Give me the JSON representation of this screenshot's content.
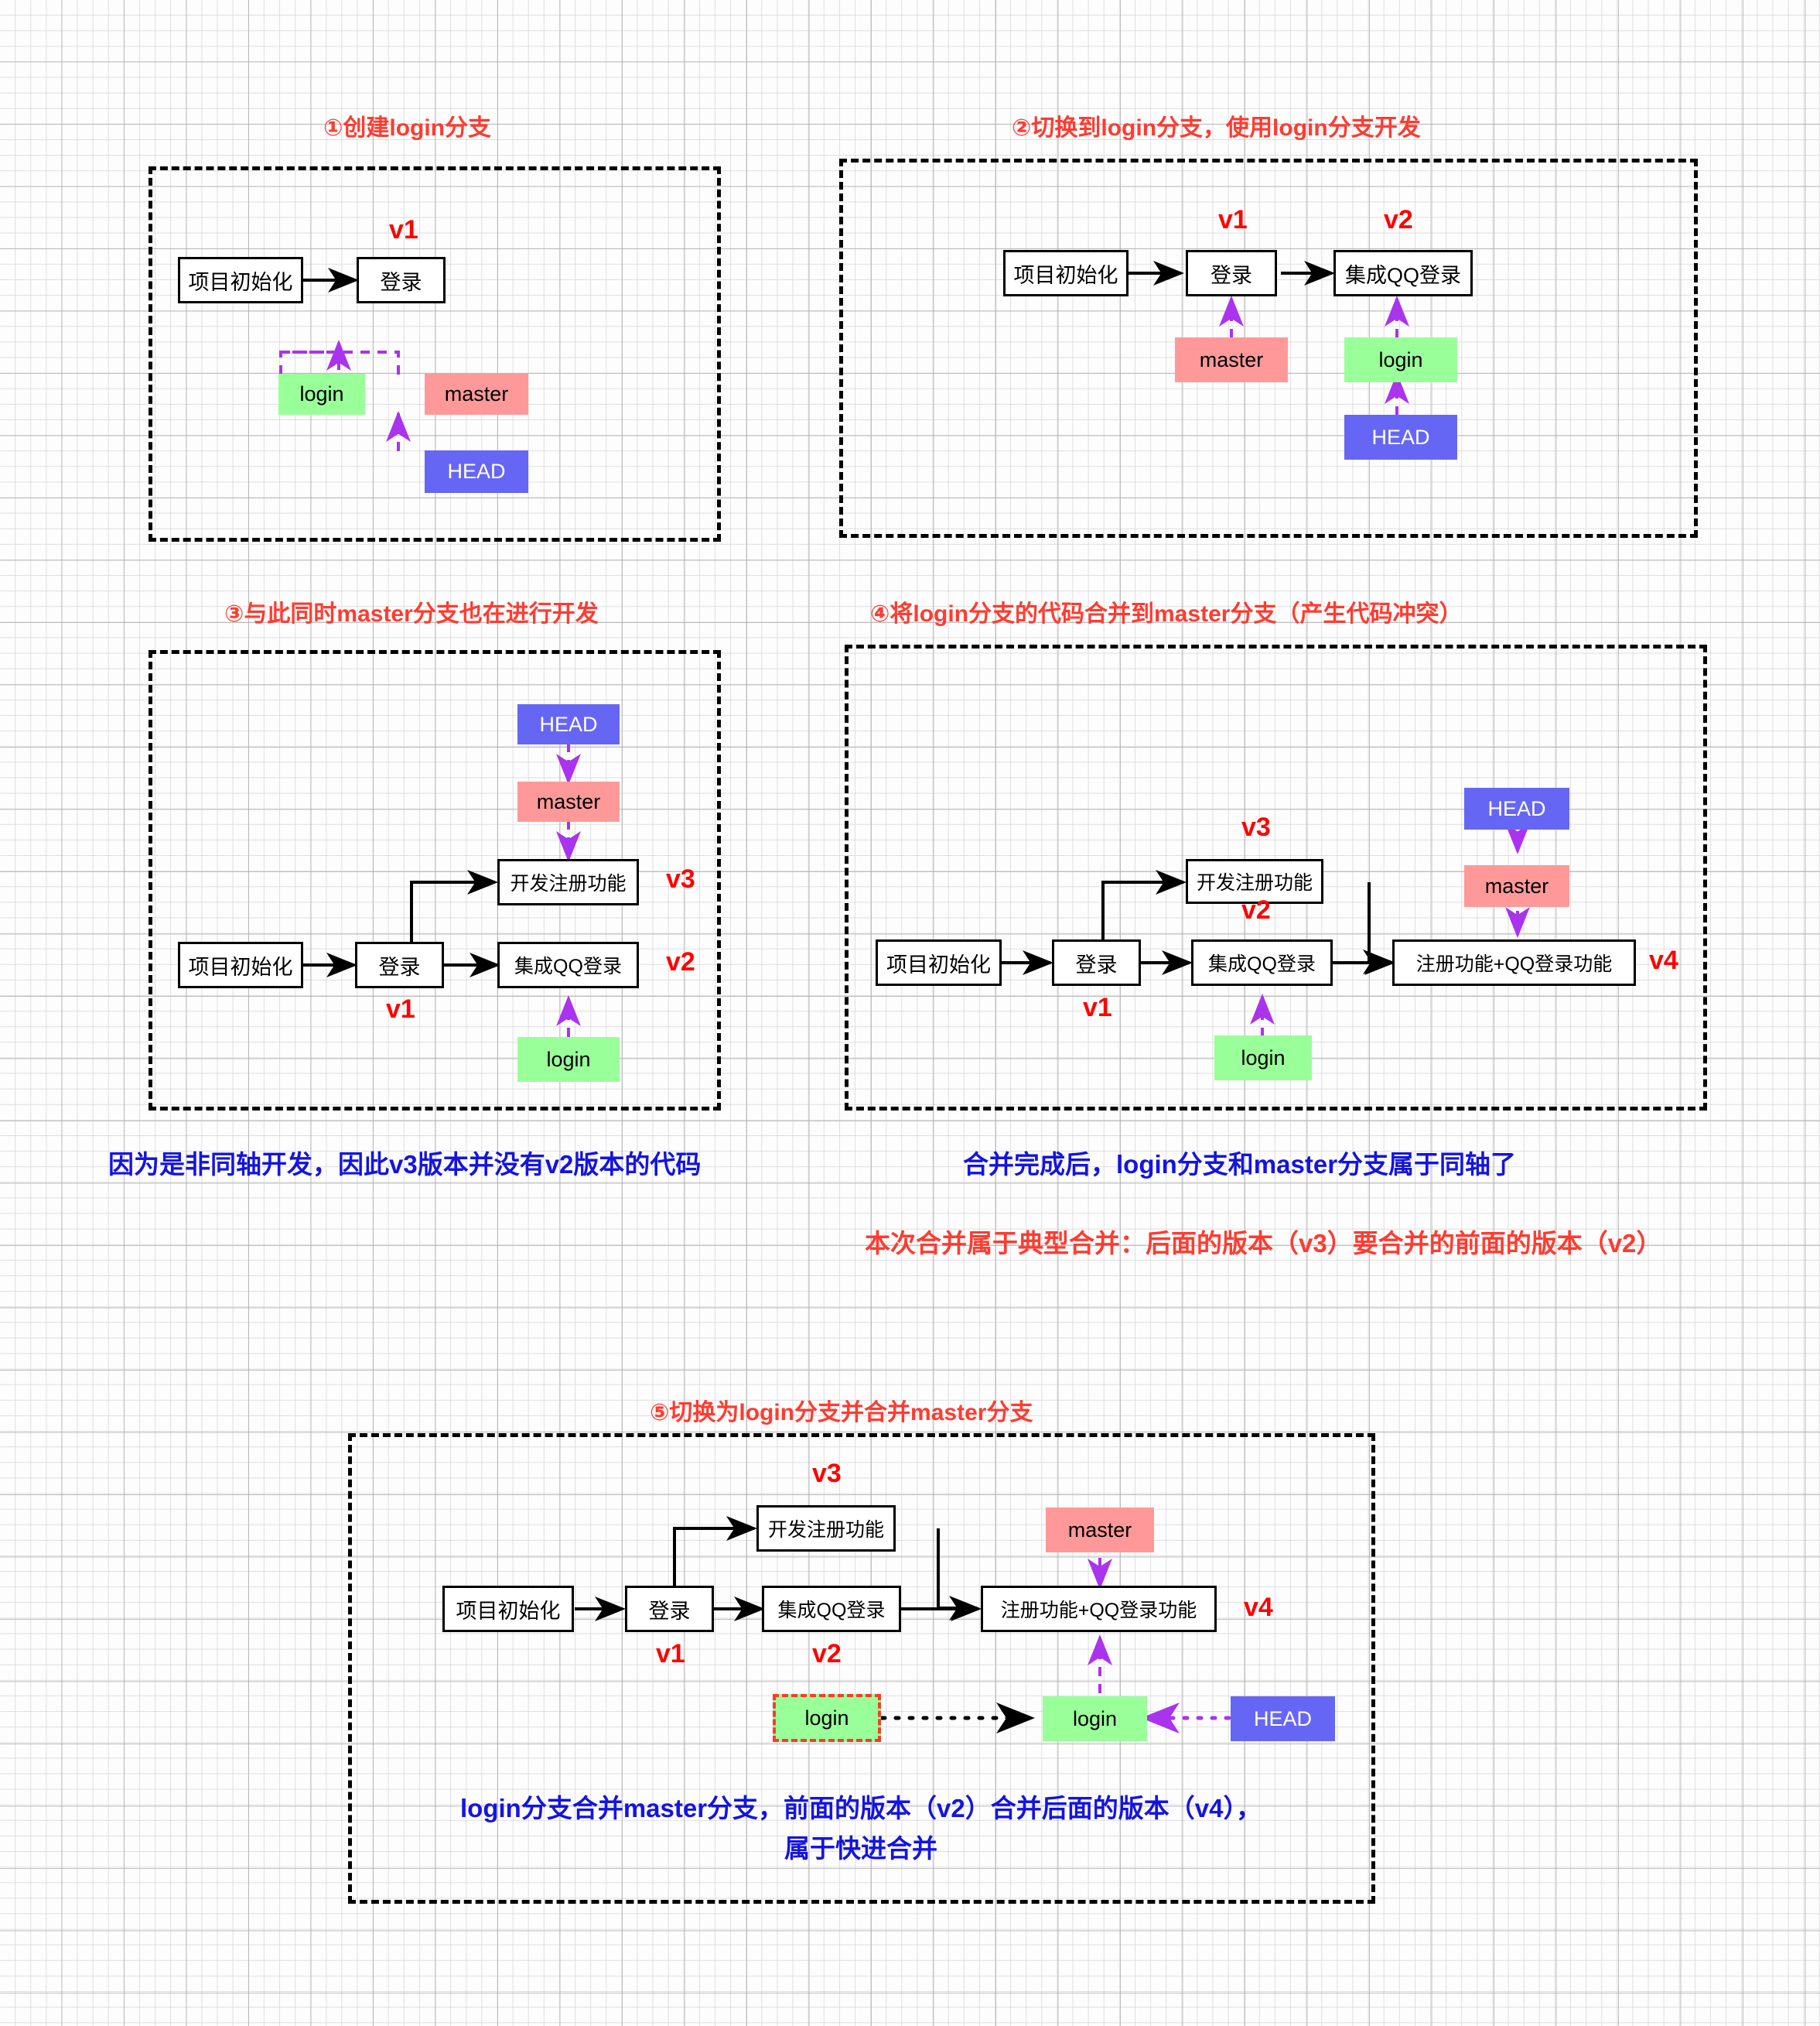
{
  "colors": {
    "title_red": "#ff3b30",
    "version_red": "#ff0000",
    "caption_blue": "#1414e0",
    "branch_green": "#99ff99",
    "branch_red": "#ff9999",
    "head_blue": "#6666f5",
    "pointer_purple": "#aa33ee",
    "node_border": "#000000"
  },
  "panels": [
    {
      "id": "panel-1",
      "title": "①创建login分支",
      "nodes": [
        {
          "name": "init",
          "label": "项目初始化"
        },
        {
          "name": "login-commit",
          "label": "登录"
        }
      ],
      "versions": [
        {
          "name": "v1",
          "label": "v1"
        }
      ],
      "tags": [
        {
          "name": "login",
          "label": "login",
          "color": "green"
        },
        {
          "name": "master",
          "label": "master",
          "color": "red"
        },
        {
          "name": "head",
          "label": "HEAD",
          "color": "blue"
        }
      ]
    },
    {
      "id": "panel-2",
      "title": "②切换到login分支，使用login分支开发",
      "nodes": [
        {
          "name": "init",
          "label": "项目初始化"
        },
        {
          "name": "login-commit",
          "label": "登录"
        },
        {
          "name": "qq-commit",
          "label": "集成QQ登录"
        }
      ],
      "versions": [
        {
          "name": "v1",
          "label": "v1"
        },
        {
          "name": "v2",
          "label": "v2"
        }
      ],
      "tags": [
        {
          "name": "master",
          "label": "master",
          "color": "red"
        },
        {
          "name": "login",
          "label": "login",
          "color": "green"
        },
        {
          "name": "head",
          "label": "HEAD",
          "color": "blue"
        }
      ]
    },
    {
      "id": "panel-3",
      "title": "③与此同时master分支也在进行开发",
      "nodes": [
        {
          "name": "init",
          "label": "项目初始化"
        },
        {
          "name": "login-commit",
          "label": "登录"
        },
        {
          "name": "qq-commit",
          "label": "集成QQ登录"
        },
        {
          "name": "register-commit",
          "label": "开发注册功能"
        }
      ],
      "versions": [
        {
          "name": "v1",
          "label": "v1"
        },
        {
          "name": "v2",
          "label": "v2"
        },
        {
          "name": "v3",
          "label": "v3"
        }
      ],
      "tags": [
        {
          "name": "head",
          "label": "HEAD",
          "color": "blue"
        },
        {
          "name": "master",
          "label": "master",
          "color": "red"
        },
        {
          "name": "login",
          "label": "login",
          "color": "green"
        }
      ],
      "caption": "因为是非同轴开发，因此v3版本并没有v2版本的代码"
    },
    {
      "id": "panel-4",
      "title": "④将login分支的代码合并到master分支（产生代码冲突）",
      "nodes": [
        {
          "name": "init",
          "label": "项目初始化"
        },
        {
          "name": "login-commit",
          "label": "登录"
        },
        {
          "name": "qq-commit",
          "label": "集成QQ登录"
        },
        {
          "name": "register-commit",
          "label": "开发注册功能"
        },
        {
          "name": "merge-commit",
          "label": "注册功能+QQ登录功能"
        }
      ],
      "versions": [
        {
          "name": "v1",
          "label": "v1"
        },
        {
          "name": "v2",
          "label": "v2"
        },
        {
          "name": "v3",
          "label": "v3"
        },
        {
          "name": "v4",
          "label": "v4"
        }
      ],
      "tags": [
        {
          "name": "head",
          "label": "HEAD",
          "color": "blue"
        },
        {
          "name": "master",
          "label": "master",
          "color": "red"
        },
        {
          "name": "login",
          "label": "login",
          "color": "green"
        }
      ],
      "caption": "合并完成后，login分支和master分支属于同轴了",
      "caption2": "本次合并属于典型合并：后面的版本（v3）要合并的前面的版本（v2）"
    },
    {
      "id": "panel-5",
      "title": "⑤切换为login分支并合并master分支",
      "nodes": [
        {
          "name": "init",
          "label": "项目初始化"
        },
        {
          "name": "login-commit",
          "label": "登录"
        },
        {
          "name": "qq-commit",
          "label": "集成QQ登录"
        },
        {
          "name": "register-commit",
          "label": "开发注册功能"
        },
        {
          "name": "merge-commit",
          "label": "注册功能+QQ登录功能"
        }
      ],
      "versions": [
        {
          "name": "v1",
          "label": "v1"
        },
        {
          "name": "v2",
          "label": "v2"
        },
        {
          "name": "v3",
          "label": "v3"
        },
        {
          "name": "v4",
          "label": "v4"
        }
      ],
      "tags": [
        {
          "name": "master",
          "label": "master",
          "color": "red"
        },
        {
          "name": "login-old",
          "label": "login",
          "color": "green"
        },
        {
          "name": "login-new",
          "label": "login",
          "color": "green"
        },
        {
          "name": "head",
          "label": "HEAD",
          "color": "blue"
        }
      ],
      "caption_line1": "login分支合并master分支，前面的版本（v2）合并后面的版本（v4），",
      "caption_line2": "属于快进合并"
    }
  ]
}
